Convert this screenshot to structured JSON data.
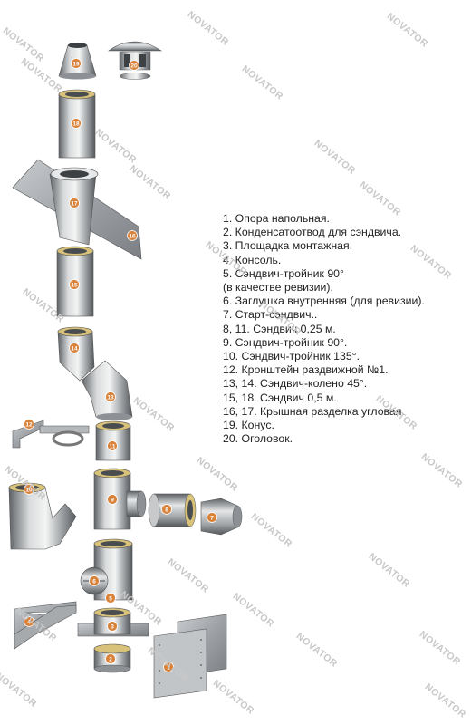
{
  "watermark": "NOVATOR",
  "legend": [
    "1. Опора напольная.",
    "2. Конденсатоотвод для сэндвича.",
    "3. Площадка монтажная.",
    "4. Консоль.",
    "5. Сэндвич-тройник 90°",
    "(в качестве ревизии).",
    "6. Заглушка внутренняя (для ревизии).",
    "7. Старт-сэндвич..",
    "8, 11. Сэндвич 0,25 м.",
    "9. Сэндвич-тройник 90°.",
    "10. Сэндвич-тройник 135°.",
    "12. Кронштейн раздвижной №1.",
    "13, 14. Сэндвич-колено 45°.",
    "15, 18. Сэндвич 0,5 м.",
    "16, 17. Крышная разделка угловая.",
    "19. Конус.",
    "20. Оголовок."
  ],
  "part_numbers": [
    "1",
    "2",
    "3",
    "4",
    "5",
    "6",
    "7",
    "8",
    "9",
    "10",
    "11",
    "12",
    "13",
    "14",
    "15",
    "16",
    "17",
    "18",
    "19",
    "20"
  ],
  "colors": {
    "badge": "#d9823a",
    "metal_dark": "#6e7276",
    "metal_light": "#e9ebec",
    "inner_ring": "#d8c27a"
  }
}
